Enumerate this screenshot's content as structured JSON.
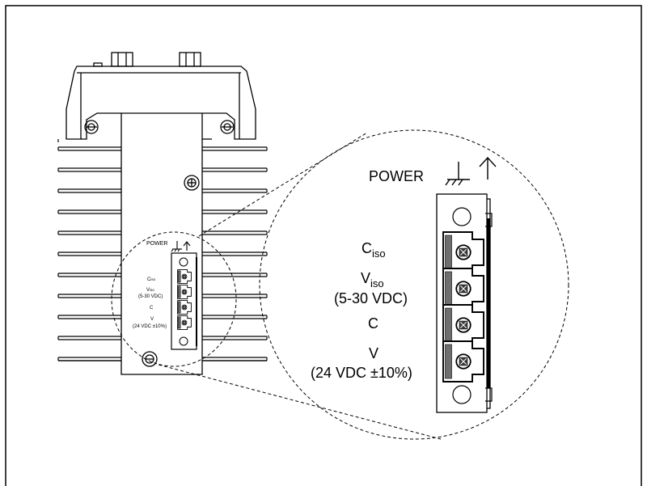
{
  "small": {
    "power_label": "POWER",
    "c_iso_main": "C",
    "c_iso_sub": "iso",
    "v_iso_main": "V",
    "v_iso_sub": "iso",
    "v_iso_range": "(5-30 VDC)",
    "c_label": "C",
    "v_label": "V",
    "v_range": "(24 VDC ±10%)"
  },
  "large": {
    "power_label": "POWER",
    "c_iso_main": "C",
    "c_iso_sub": "iso",
    "v_iso_main": "V",
    "v_iso_sub": "iso",
    "v_iso_range": "(5-30 VDC)",
    "c_label": "C",
    "v_label": "V",
    "v_range": "(24 VDC ±10%)"
  },
  "colors": {
    "stroke": "#000000",
    "connector": "#6e6e6e",
    "connector_dark": "#3a3a3a",
    "background": "#ffffff"
  }
}
